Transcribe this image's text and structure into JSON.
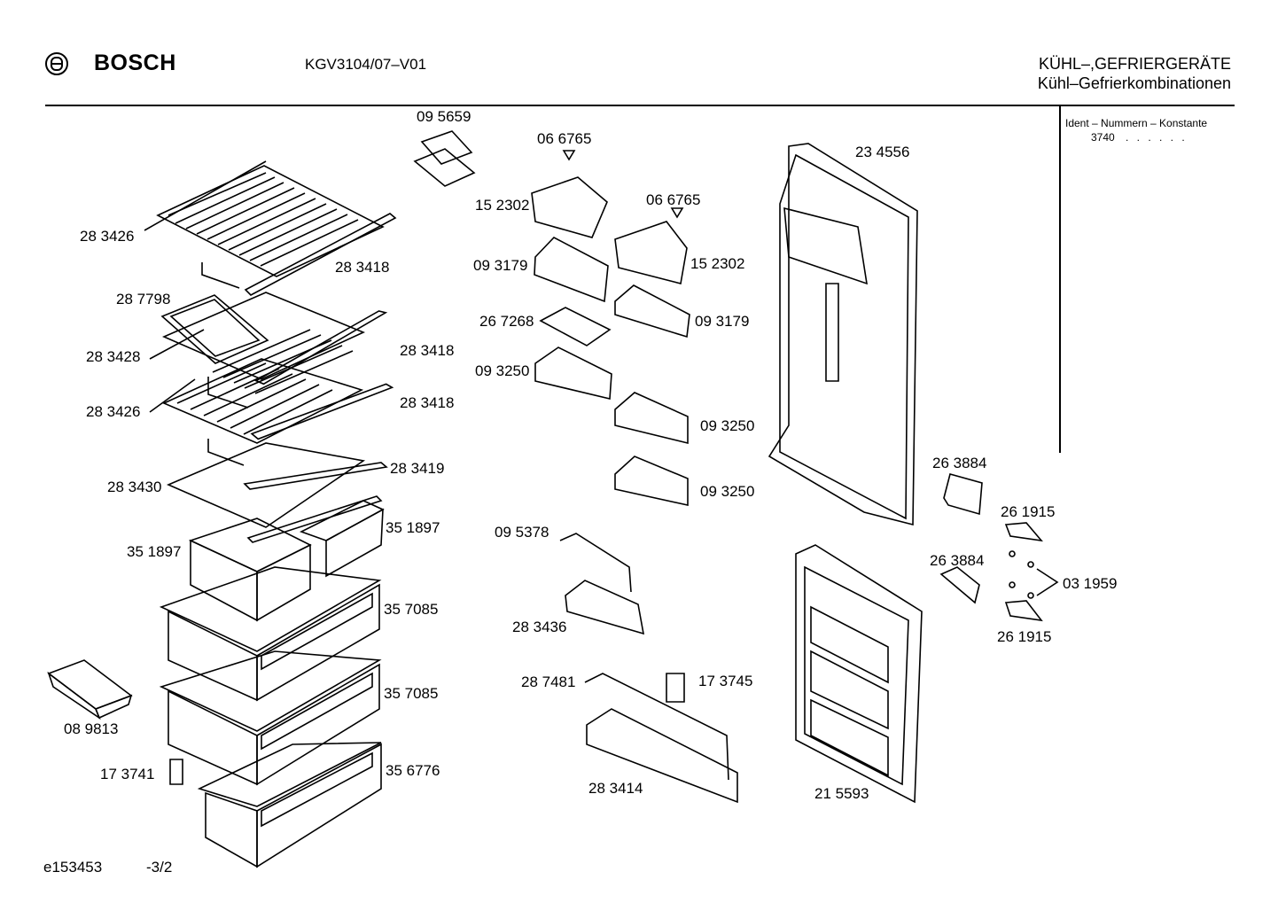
{
  "header": {
    "brand": "BOSCH",
    "model": "KGV3104/07–V01",
    "category_line1": "KÜHL–,GEFRIERGERÄTE",
    "category_line2": "Kühl–Gefrierkombinationen"
  },
  "ident": {
    "title": "Ident – Nummern – Konstante",
    "value": "3740",
    "dots": ". .   . . . ."
  },
  "footer": {
    "drawing_id": "e153453",
    "page": "-3/2"
  },
  "parts": [
    "09 5659",
    "06 6765",
    "06 6765",
    "23 4556",
    "15 2302",
    "15 2302",
    "28 3426",
    "28 3418",
    "09 3179",
    "09 3179",
    "28 7798",
    "26 7268",
    "28 3428",
    "28 3418",
    "09 3250",
    "28 3426",
    "28 3418",
    "09 3250",
    "26 3884",
    "28 3430",
    "28 3419",
    "09 3250",
    "26 1915",
    "35 1897",
    "09 5378",
    "35 1897",
    "26 3884",
    "03 1959",
    "35 7085",
    "28 3436",
    "26 1915",
    "28 7481",
    "17 3745",
    "35 7085",
    "08 9813",
    "17 3741",
    "35 6776",
    "28 3414",
    "21 5593"
  ]
}
